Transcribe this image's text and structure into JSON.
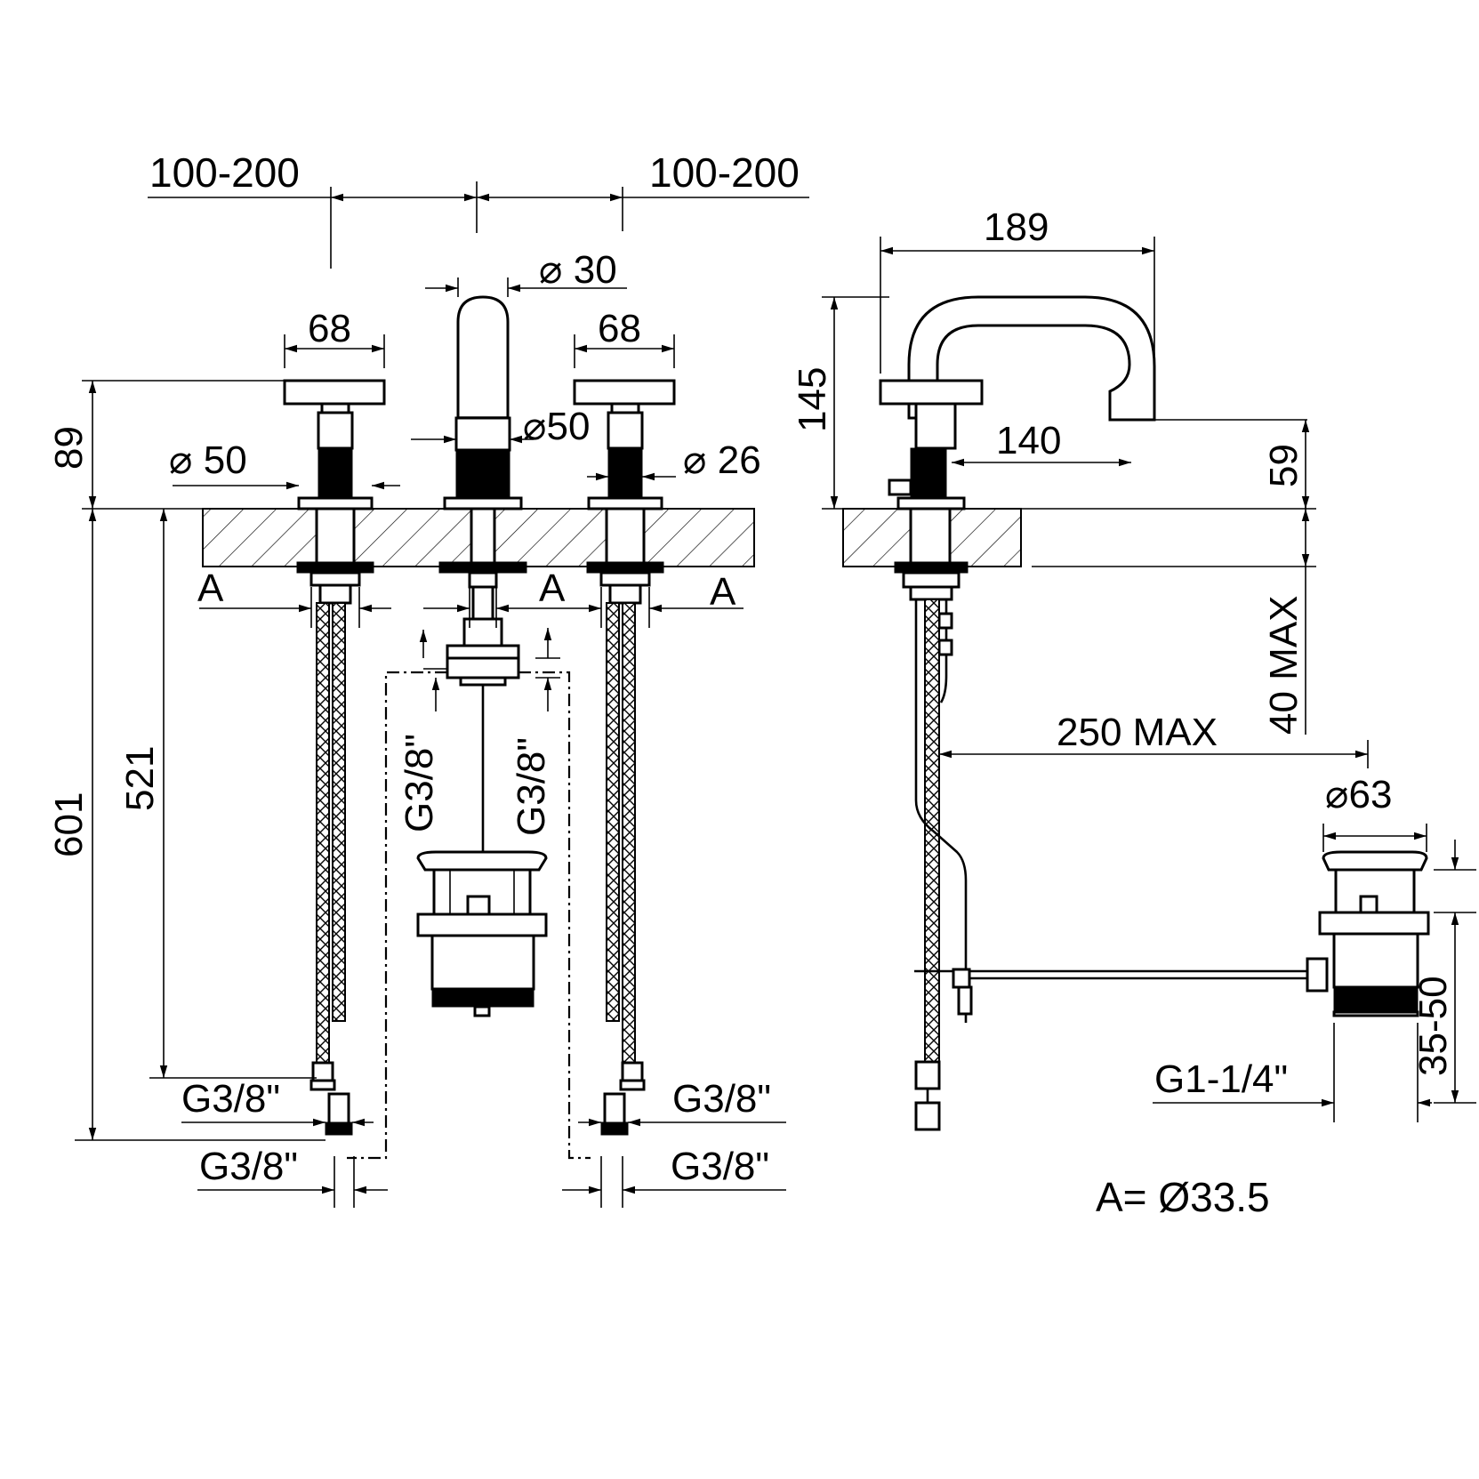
{
  "drawing": {
    "labels": {
      "front_spacing_left": "100-200",
      "front_spacing_right": "100-200",
      "spout_diameter_top": "30",
      "handle_width_left": "68",
      "handle_width_right": "68",
      "handle_height": "89",
      "base_diameter_left": "50",
      "base_diameter_spout": "50",
      "stem_diameter": "26",
      "hole_left": "A",
      "hole_center": "A",
      "hole_right": "A",
      "connection_center_left": "G3/8\"",
      "connection_center_right": "G3/8\"",
      "hose_length": "521",
      "total_length": "601",
      "inlet_left_upper": "G3/8\"",
      "inlet_left_lower": "G3/8\"",
      "inlet_right_upper": "G3/8\"",
      "inlet_right_lower": "G3/8\"",
      "spout_reach": "189",
      "spout_height": "145",
      "spout_projection": "140",
      "spout_outlet_height": "59",
      "deck_thickness": "40 MAX",
      "drain_rod_length": "250 MAX",
      "waste_diameter": "63",
      "waste_adjust": "35-50",
      "waste_thread": "G1-1/4\"",
      "hole_note": "A= Ø33.5"
    }
  }
}
